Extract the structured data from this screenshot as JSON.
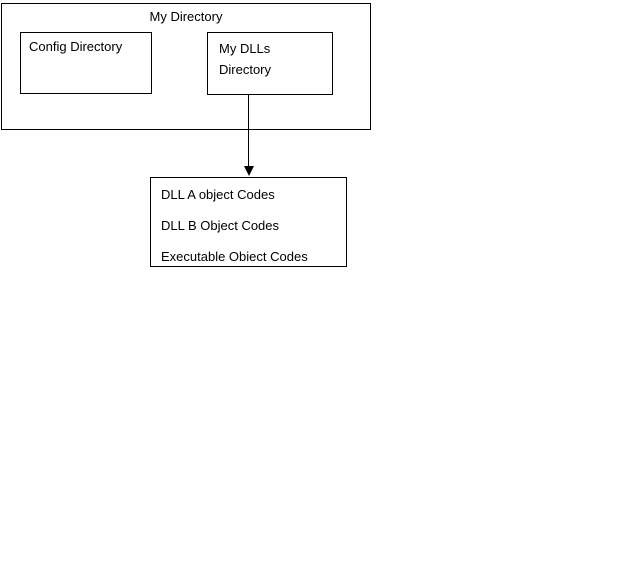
{
  "diagram": {
    "colors": {
      "background": "#ffffff",
      "line": "#000000",
      "text": "#000000"
    },
    "outer_box": {
      "title": "My Directory"
    },
    "config_box": {
      "label": "Config Directory"
    },
    "dlls_box": {
      "label_line1": "My DLLs",
      "label_line2": "Directory"
    },
    "arrow": {
      "direction": "down"
    },
    "codes_box": {
      "lines": [
        "DLL A object Codes",
        "DLL B Object Codes",
        "Executable Obiect Codes"
      ]
    }
  }
}
